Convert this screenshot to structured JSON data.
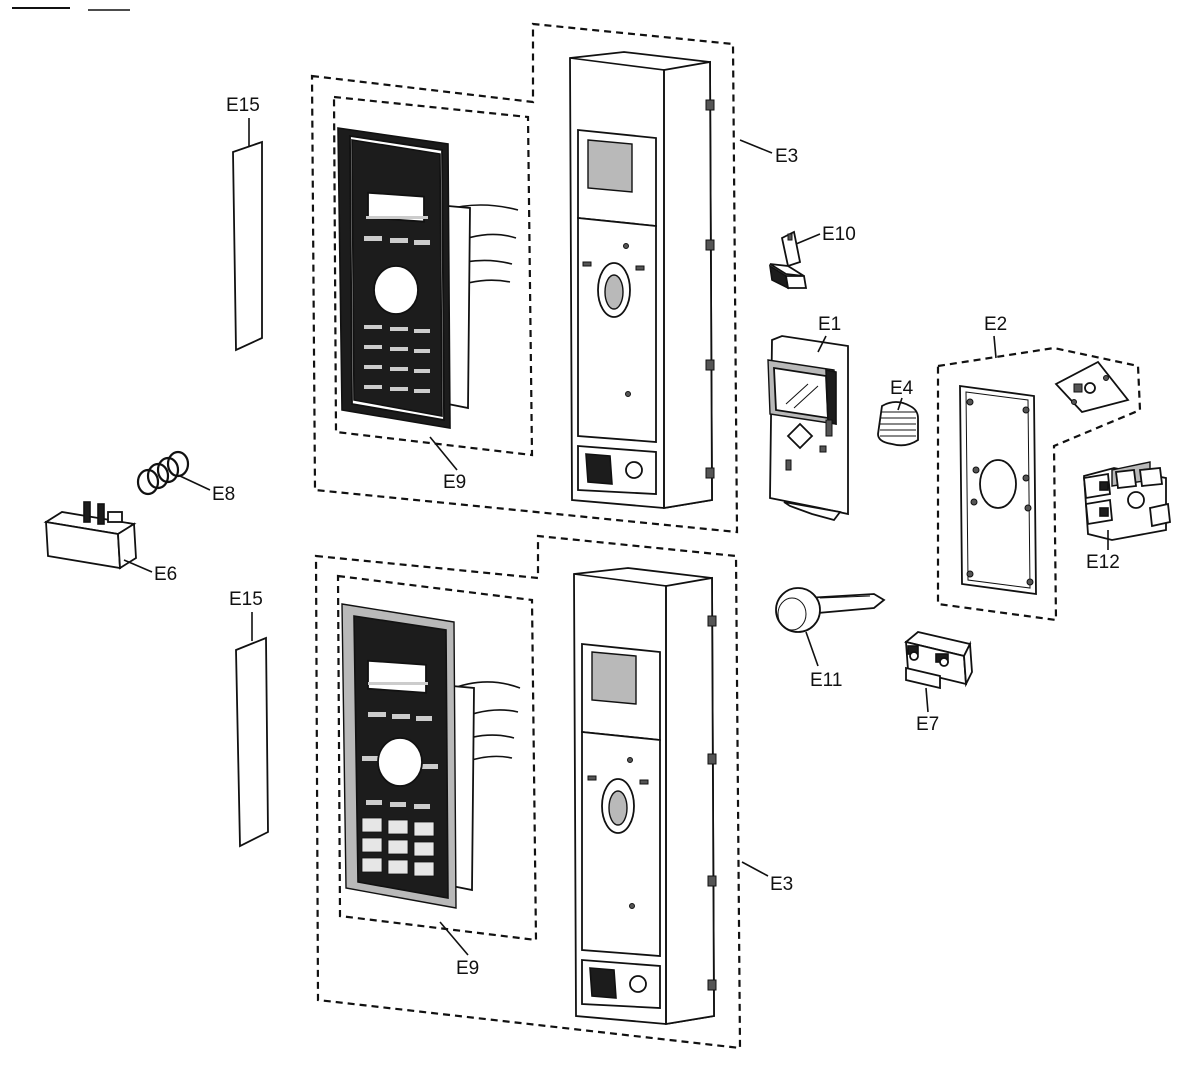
{
  "labels": {
    "e15_top": "E15",
    "e15_bottom": "E15",
    "e3_top": "E3",
    "e3_bottom": "E3",
    "e9_top": "E9",
    "e9_bottom": "E9",
    "e10": "E10",
    "e1": "E1",
    "e2": "E2",
    "e4": "E4",
    "e8": "E8",
    "e6": "E6",
    "e11": "E11",
    "e12": "E12",
    "e7": "E7"
  },
  "colors": {
    "line": "#111111",
    "panel": "#1c1c1c",
    "shade": "#b9b9b9",
    "background": "#ffffff"
  }
}
